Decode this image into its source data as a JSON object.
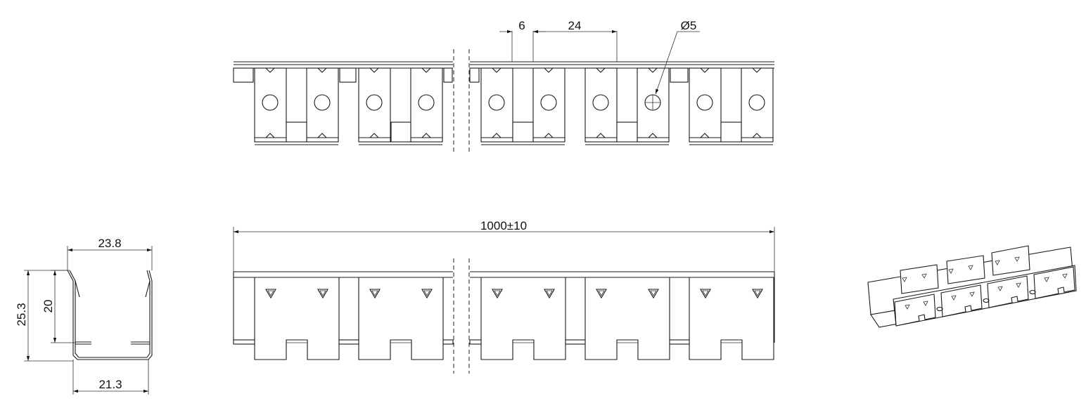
{
  "dimensions": {
    "gap": "6",
    "pitch": "24",
    "hole_diameter": "Ø5",
    "length": "1000±10",
    "outer_width": "23.8",
    "inner_width": "21.3",
    "total_height": "25.3",
    "inner_height": "20"
  },
  "colors": {
    "line": "#1a1a1a",
    "background": "#ffffff"
  }
}
